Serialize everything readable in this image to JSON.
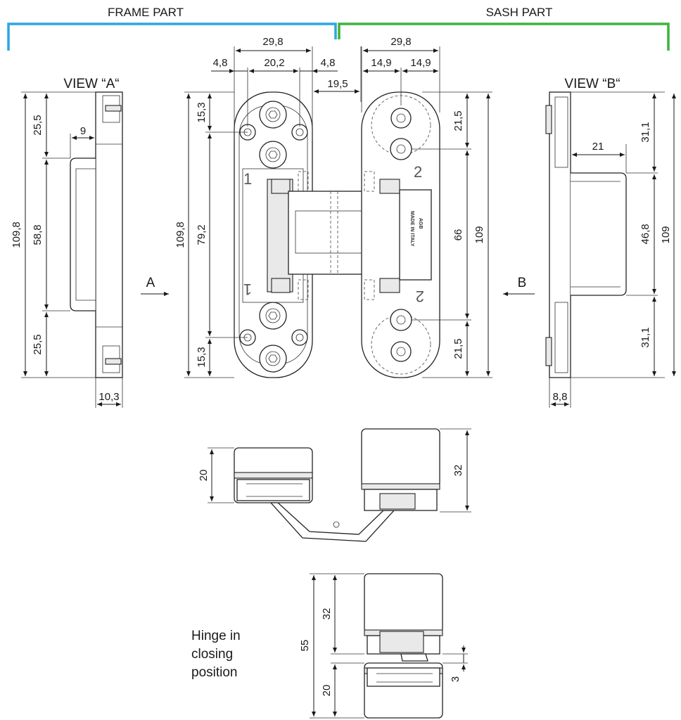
{
  "colors": {
    "frame_bracket": "#2aa6e0",
    "sash_bracket": "#3cb43c",
    "line": "#1a1a1a"
  },
  "labels": {
    "frame_part": "FRAME PART",
    "sash_part": "SASH PART",
    "view_a": "VIEW “A“",
    "view_b": "VIEW “B“",
    "arrow_a": "A",
    "arrow_b": "B",
    "closing_line1": "Hinge in",
    "closing_line2": "closing",
    "closing_line3": "position",
    "num_1": "1",
    "num_2": "2",
    "logo": "AGB",
    "made_in": "MADE IN ITALY"
  },
  "dims": {
    "top_29_8_a": "29,8",
    "top_29_8_b": "29,8",
    "d4_8_a": "4,8",
    "d20_2": "20,2",
    "d4_8_b": "4,8",
    "d14_9_a": "14,9",
    "d14_9_b": "14,9",
    "d19_5": "19,5",
    "va_25_5_top": "25,5",
    "va_9": "9",
    "va_58_8": "58,8",
    "va_109_8": "109,8",
    "va_25_5_bot": "25,5",
    "va_10_3": "10,3",
    "f_109_8": "109,8",
    "f_15_3_top": "15,3",
    "f_79_2": "79,2",
    "f_15_3_bot": "15,3",
    "s_21_5_top": "21,5",
    "s_66": "66",
    "s_109": "109",
    "s_21_5_bot": "21,5",
    "vb_31_1_top": "31,1",
    "vb_21": "21",
    "vb_46_8": "46,8",
    "vb_109": "109",
    "vb_31_1_bot": "31,1",
    "vb_8_8": "8,8",
    "side_20": "20",
    "side_32": "32",
    "cl_55": "55",
    "cl_32": "32",
    "cl_20": "20",
    "cl_3": "3"
  }
}
